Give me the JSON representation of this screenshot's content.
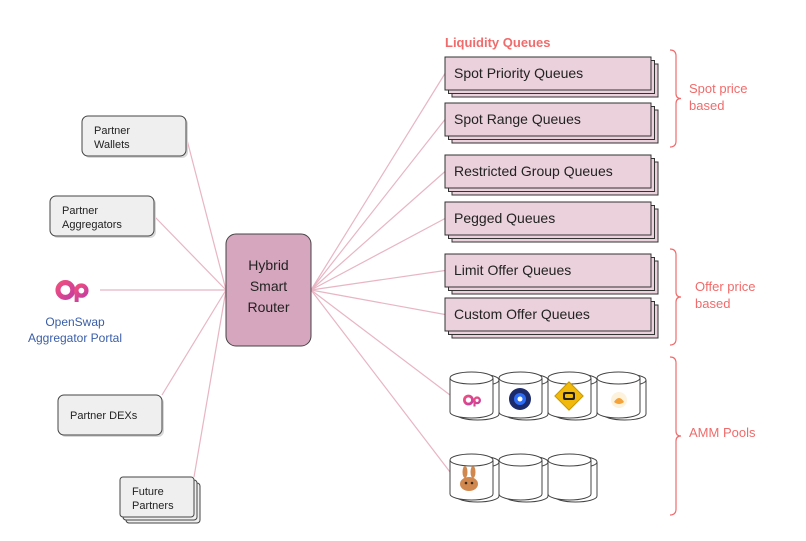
{
  "title": "Liquidity Queues",
  "router": {
    "lines": [
      "Hybrid",
      "Smart",
      "Router"
    ]
  },
  "partners": [
    {
      "lines": [
        "Partner",
        "Wallets"
      ]
    },
    {
      "lines": [
        "Partner",
        "Aggregators"
      ]
    },
    {
      "lines": [
        "Partner DEXs"
      ]
    },
    {
      "lines": [
        "Future",
        "Partners"
      ]
    }
  ],
  "portal": {
    "lines": [
      "OpenSwap",
      "Aggregator Portal"
    ],
    "logo": "openswap-logo"
  },
  "queues": [
    "Spot Priority Queues",
    "Spot Range Queues",
    "Restricted Group Queues",
    "Pegged Queues",
    "Limit Offer Queues",
    "Custom Offer Queues"
  ],
  "groups": [
    {
      "lines": [
        "Spot price",
        "based"
      ]
    },
    {
      "lines": [
        "Offer price",
        "based"
      ]
    },
    {
      "lines": [
        "AMM Pools"
      ]
    }
  ],
  "pool_logos": [
    "openswap-logo",
    "dex-logo-blue",
    "dex-logo-yellow",
    "dex-logo-cream",
    "pancakeswap-bunny-logo",
    "",
    ""
  ],
  "colors": {
    "accent": "#f06b6b",
    "queue_fill": "#ead1dc",
    "router_fill": "#d5a6bd",
    "partner_fill": "#efefef",
    "line": "#e8b5c4",
    "brand_pink": "#e0457b"
  }
}
